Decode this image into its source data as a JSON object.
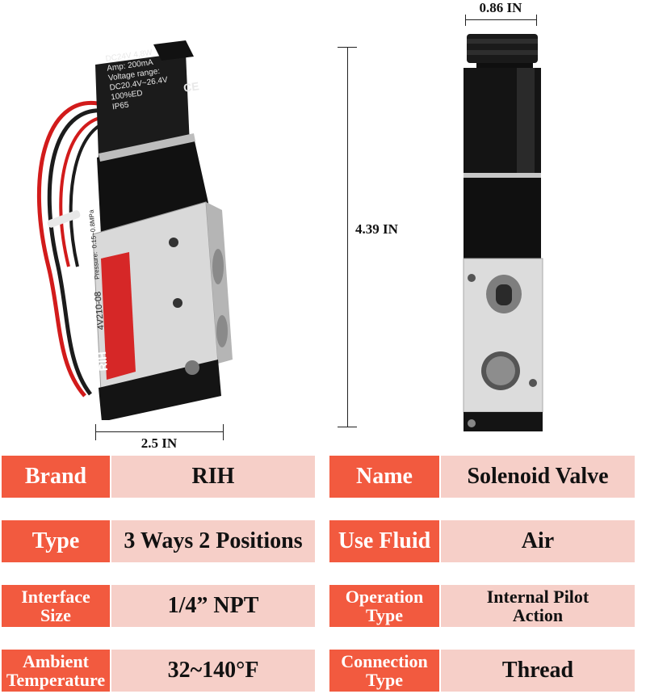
{
  "dimensions": {
    "width_top": "0.86 IN",
    "height": "4.39 IN",
    "width_bottom": "2.5 IN"
  },
  "coil_label": {
    "lines": [
      "DC24V  4.8W",
      "Amp:  200mA",
      "Voltage range:",
      "DC20.4V~26.4V",
      "100%ED",
      "IP65"
    ],
    "ce": "CE"
  },
  "body_label": {
    "brand": "RIH",
    "model": "4V210-08",
    "pressure": "Pressure:",
    "pressure_range": "0.15~0.8MPa"
  },
  "specs": [
    {
      "label": "Brand",
      "value": "RIH"
    },
    {
      "label": "Name",
      "value": "Solenoid Valve"
    },
    {
      "label": "Type",
      "value": "3 Ways 2 Positions"
    },
    {
      "label": "Use Fluid",
      "value": "Air"
    },
    {
      "label": "Interface Size",
      "value": "1/4” NPT"
    },
    {
      "label": "Operation Type",
      "value": "Internal Pilot Action"
    },
    {
      "label": "Ambient Temperature",
      "value": "32~140°F"
    },
    {
      "label": "Connection Type",
      "value": "Thread"
    }
  ],
  "colors": {
    "label_bg": "#f25a3f",
    "value_bg": "#f6cfc8"
  }
}
